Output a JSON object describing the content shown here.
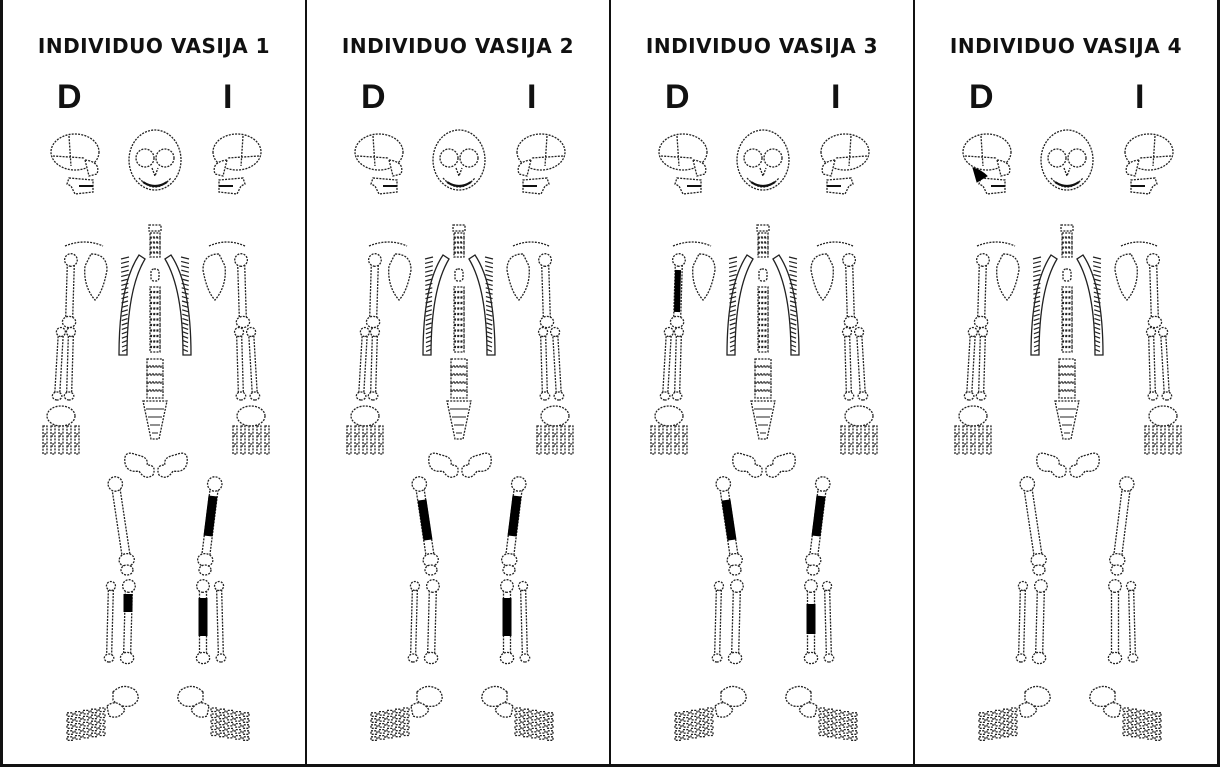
{
  "figure": {
    "panels": [
      {
        "title": "INDIVIDUO VASIJA 1",
        "right_label": "D",
        "left_label": "I",
        "present_highlights": [
          "right-tibia-distal",
          "left-femur-shaft",
          "left-tibia-shaft"
        ]
      },
      {
        "title": "INDIVIDUO VASIJA 2",
        "right_label": "D",
        "left_label": "I",
        "present_highlights": [
          "right-femur-shaft",
          "left-femur-shaft",
          "left-tibia-shaft"
        ]
      },
      {
        "title": "INDIVIDUO VASIJA 3",
        "right_label": "D",
        "left_label": "I",
        "present_highlights": [
          "right-humerus-shaft",
          "right-femur-shaft",
          "left-femur-shaft",
          "left-tibia-distal"
        ]
      },
      {
        "title": "INDIVIDUO VASIJA 4",
        "right_label": "D",
        "left_label": "I",
        "present_highlights": [
          "right-skull-orbit"
        ]
      }
    ]
  },
  "colors": {
    "line": "#222222",
    "highlight": "#000000",
    "background": "#ffffff",
    "border": "#111111"
  }
}
